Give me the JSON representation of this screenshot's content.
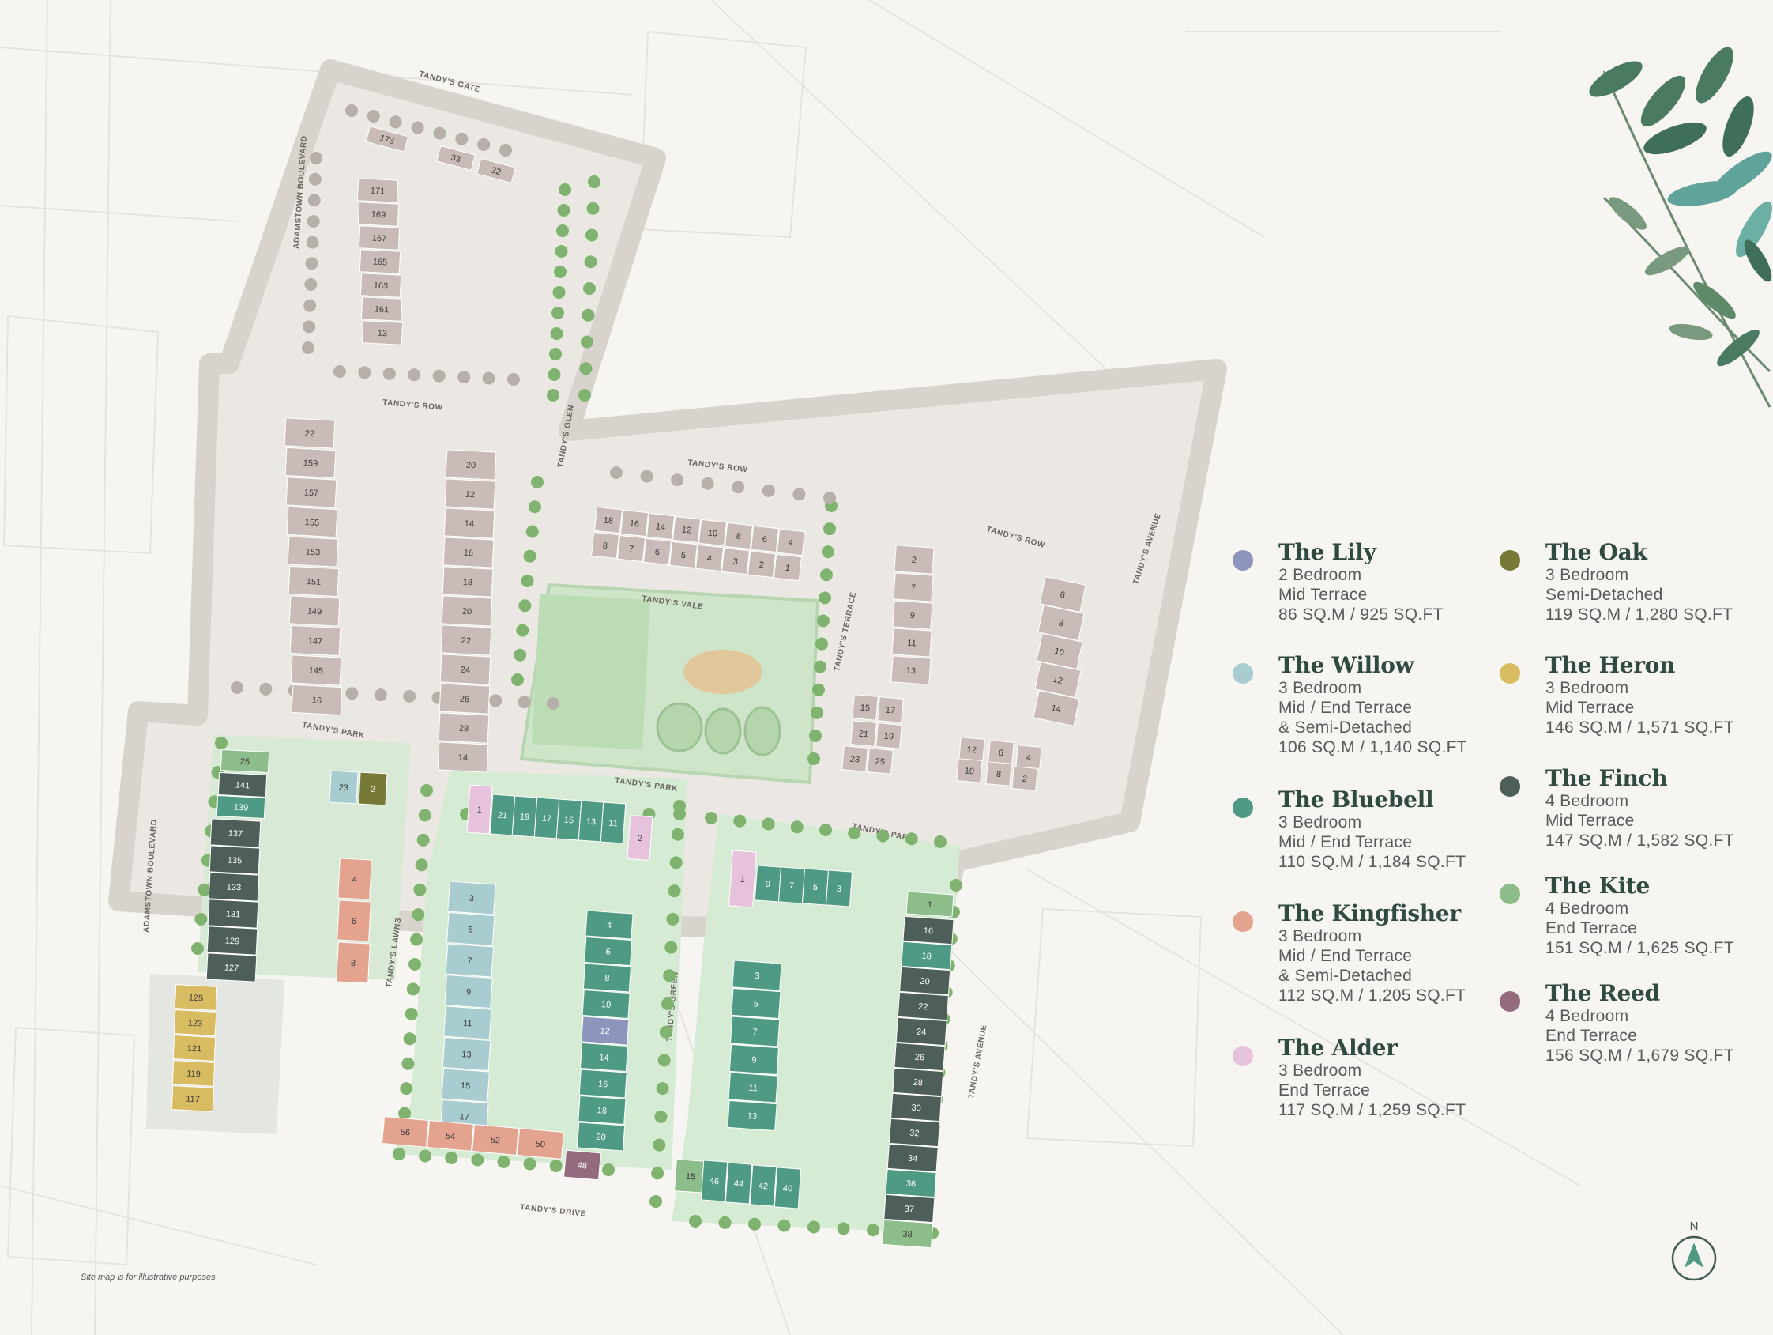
{
  "roads": {
    "tandys_gate": "TANDY'S GATE",
    "adamstown_boulevard_north": "ADAMSTOWN BOULEVARD",
    "tandys_row_west": "TANDY'S ROW",
    "tandys_glen": "TANDY'S GLEN",
    "tandys_row_middle": "TANDY'S ROW",
    "tandys_row_east": "TANDY'S ROW",
    "tandys_avenue_north": "TANDY'S AVENUE",
    "tandys_vale": "TANDY'S VALE",
    "tandys_terrace": "TANDY'S TERRACE",
    "tandys_park_west": "TANDY'S PARK",
    "tandys_park_middle": "TANDY'S PARK",
    "tandys_park_east": "TANDY'S PARK",
    "adamstown_boulevard_south": "ADAMSTOWN BOULEVARD",
    "tandys_lawns": "TANDY'S LAWNS",
    "tandys_green": "TANDY'S GREEN",
    "tandys_avenue_south": "TANDY'S AVENUE",
    "tandys_drive": "TANDY'S DRIVE"
  },
  "note": "Site map is for illustrative purposes",
  "compass": "N",
  "colors": {
    "lily": "#8e95bd",
    "willow": "#a9ccd1",
    "bluebell": "#4e9a84",
    "kingfisher": "#e3a38f",
    "alder": "#e6c2dc",
    "oak": "#777a36",
    "heron": "#d9bc61",
    "finch": "#4e5e58",
    "kite": "#8cbd8a",
    "reed": "#946a7e",
    "phase1": "#c9bcb8",
    "ground": "#ebe8e4",
    "green": "#d6ebd3",
    "leaf_dark": "#4a7a62",
    "leaf_teal": "#5fa39a"
  },
  "legend": {
    "left": [
      {
        "name": "The Lily",
        "lines": [
          "2 Bedroom",
          "Mid Terrace",
          "86 SQ.M / 925 SQ.FT"
        ]
      },
      {
        "name": "The Willow",
        "lines": [
          "3 Bedroom",
          "Mid / End Terrace",
          "& Semi-Detached",
          "106 SQ.M / 1,140 SQ.FT"
        ]
      },
      {
        "name": "The Bluebell",
        "lines": [
          "3 Bedroom",
          "Mid / End Terrace",
          "110 SQ.M / 1,184 SQ.FT"
        ]
      },
      {
        "name": "The Kingfisher",
        "lines": [
          "3 Bedroom",
          "Mid / End Terrace",
          "& Semi-Detached",
          "112 SQ.M / 1,205 SQ.FT"
        ]
      },
      {
        "name": "The Alder",
        "lines": [
          "3 Bedroom",
          "End Terrace",
          "117 SQ.M / 1,259 SQ.FT"
        ]
      }
    ],
    "right": [
      {
        "name": "The Oak",
        "lines": [
          "3 Bedroom",
          "Semi-Detached",
          "119 SQ.M / 1,280 SQ.FT"
        ]
      },
      {
        "name": "The Heron",
        "lines": [
          "3 Bedroom",
          "Mid Terrace",
          "146 SQ.M / 1,571 SQ.FT"
        ]
      },
      {
        "name": "The Finch",
        "lines": [
          "4 Bedroom",
          "Mid Terrace",
          "147 SQ.M / 1,582 SQ.FT"
        ]
      },
      {
        "name": "The Kite",
        "lines": [
          "4 Bedroom",
          "End Terrace",
          "151 SQ.M / 1,625 SQ.FT"
        ]
      },
      {
        "name": "The Reed",
        "lines": [
          "4 Bedroom",
          "End Terrace",
          "156 SQ.M / 1,679 SQ.FT"
        ]
      }
    ]
  },
  "units": {
    "nw_top": [
      "173",
      "33",
      "32"
    ],
    "nw_col": [
      "171",
      "169",
      "167",
      "165",
      "163",
      "161",
      "13"
    ],
    "w_col": [
      "22",
      "159",
      "157",
      "155",
      "153",
      "151",
      "149",
      "147",
      "145",
      "16"
    ],
    "c_col": [
      "20",
      "12",
      "14",
      "16",
      "18",
      "20",
      "22",
      "24",
      "26",
      "28",
      "14"
    ],
    "vale_top": [
      "18",
      "16",
      "14",
      "12",
      "10",
      "8",
      "6",
      "4"
    ],
    "vale_bot": [
      "8",
      "7",
      "6",
      "5",
      "4",
      "3",
      "2",
      "1"
    ],
    "e_col": [
      "2",
      "7",
      "9",
      "11",
      "13"
    ],
    "e_right": [
      "6",
      "8",
      "10",
      "12",
      "14"
    ],
    "e_sw": [
      "15",
      "17",
      "21",
      "19",
      "23",
      "25"
    ],
    "e_se": [
      "12",
      "6",
      "4",
      "10",
      "8",
      "2"
    ],
    "sw_top": [
      "25",
      "141",
      "139"
    ],
    "sw_finch": [
      "137",
      "135",
      "133",
      "131",
      "129",
      "127"
    ],
    "sw_pair": [
      "23",
      "2"
    ],
    "sw_king": [
      "4",
      "6",
      "8"
    ],
    "sw_heron": [
      "125",
      "123",
      "121",
      "119",
      "117"
    ],
    "sc_top_alder1": "1",
    "sc_top": [
      "21",
      "19",
      "17",
      "15",
      "13",
      "11"
    ],
    "sc_top_alder2": "2",
    "sc_willow": [
      "3",
      "5",
      "7",
      "9",
      "11",
      "13",
      "15",
      "17"
    ],
    "sc_blue": [
      "4",
      "6",
      "8",
      "10",
      "12",
      "14",
      "16",
      "18",
      "20"
    ],
    "sc_bottom": [
      "56",
      "54",
      "52",
      "50"
    ],
    "sc_reed": "48",
    "se_alder": "1",
    "se_top": [
      "9",
      "7",
      "5",
      "3"
    ],
    "se_col": [
      "3",
      "5",
      "7",
      "9",
      "11",
      "13"
    ],
    "se_bottom_kite": "15",
    "se_bottom": [
      "46",
      "44",
      "42",
      "40"
    ],
    "se_kite_top": "1",
    "se_right": [
      "16",
      "18",
      "20",
      "22",
      "24",
      "26",
      "28",
      "30",
      "32",
      "34",
      "36",
      "37",
      "38"
    ]
  }
}
